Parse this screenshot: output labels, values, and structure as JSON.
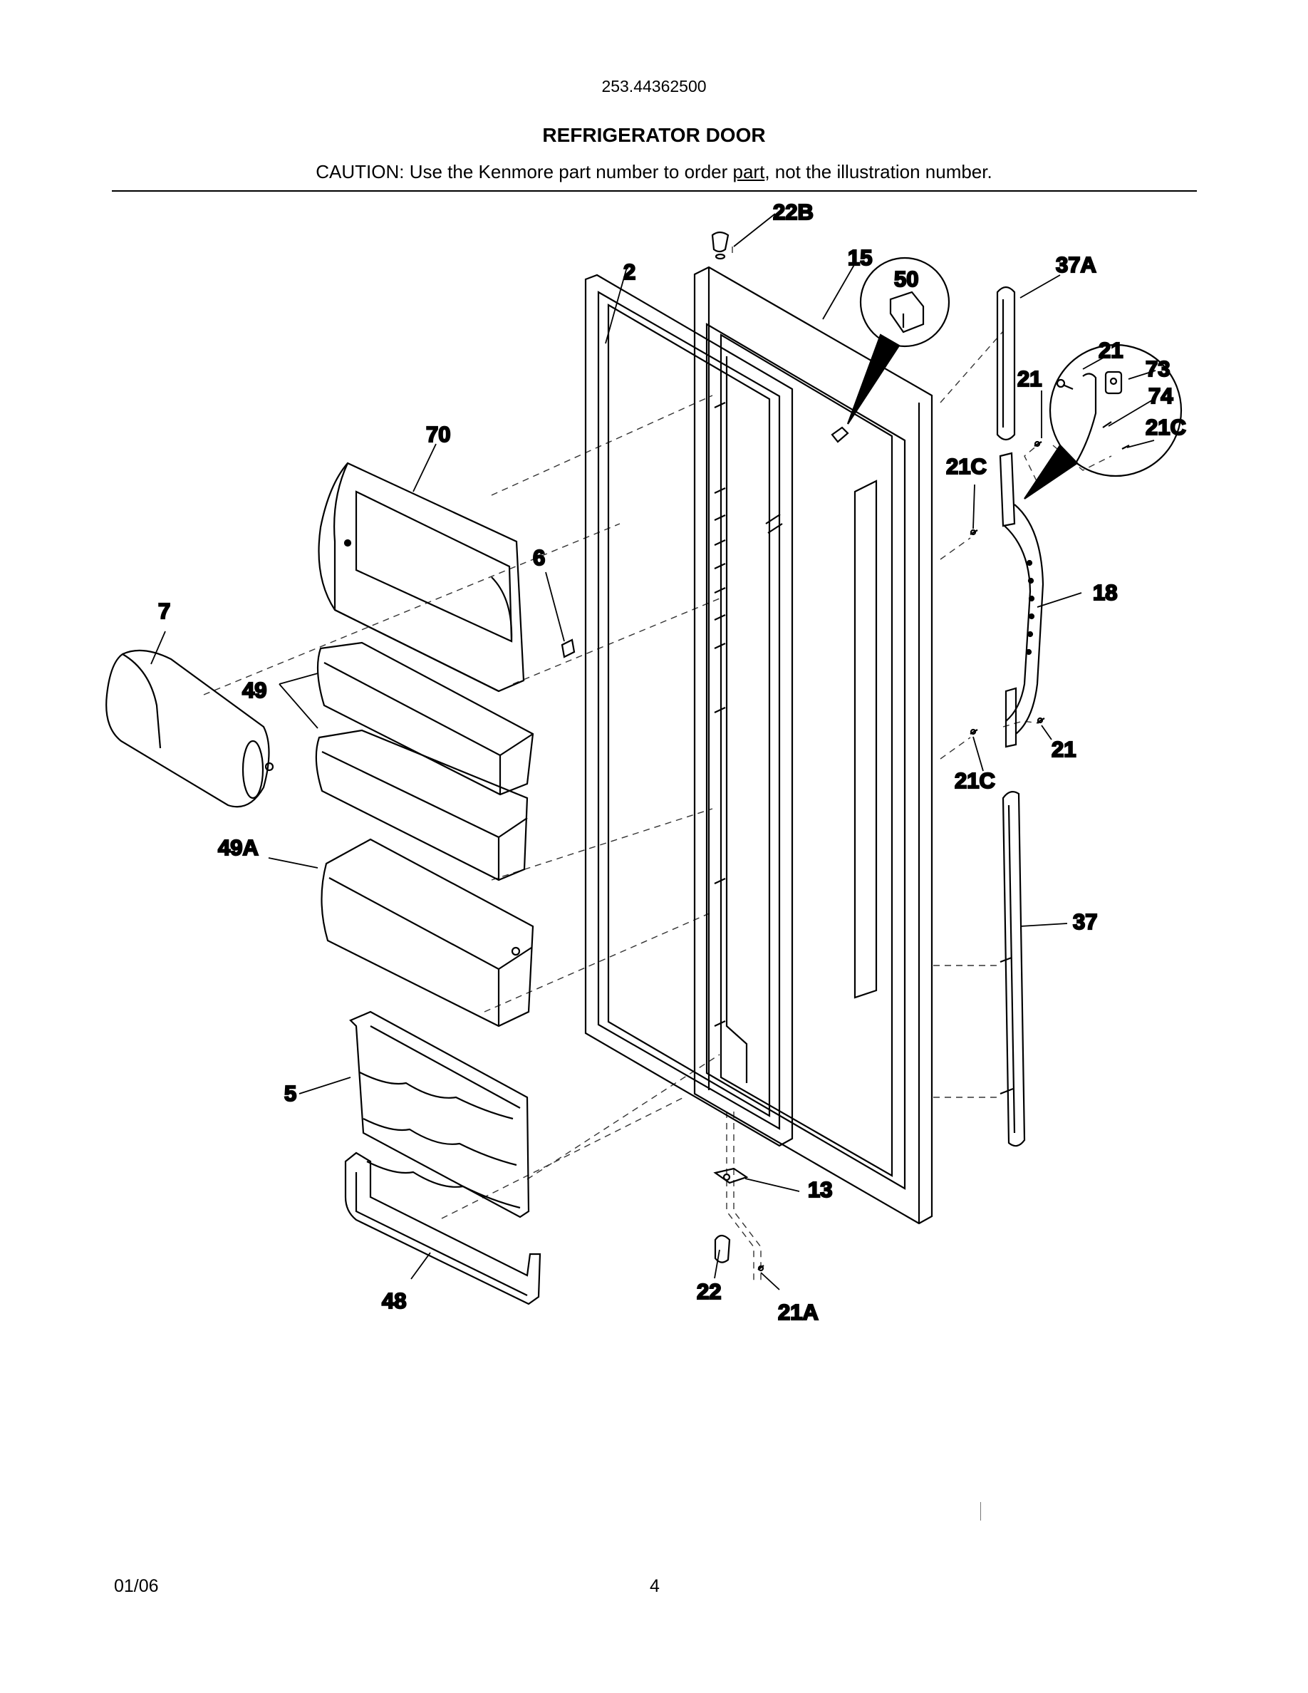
{
  "header": {
    "model_number": "253.44362500",
    "title": "REFRIGERATOR DOOR",
    "caution_prefix": "CAUTION: Use the Kenmore part number to order ",
    "caution_link": "part",
    "caution_suffix": ", not the illustration number."
  },
  "callouts": {
    "c22B": "22B",
    "c2": "2",
    "c15": "15",
    "c50": "50",
    "c37A": "37A",
    "c21a": "21",
    "c73": "73",
    "c21b": "21",
    "c74": "74",
    "c21Ca": "21C",
    "c70": "70",
    "c21Cb": "21C",
    "c6": "6",
    "c18": "18",
    "c7": "7",
    "c49": "49",
    "c21c": "21",
    "c21Cc": "21C",
    "c49A": "49A",
    "c37": "37",
    "c5": "5",
    "c13": "13",
    "c22": "22",
    "c48": "48",
    "c21A": "21A"
  },
  "footer": {
    "date": "01/06",
    "page": "4"
  }
}
